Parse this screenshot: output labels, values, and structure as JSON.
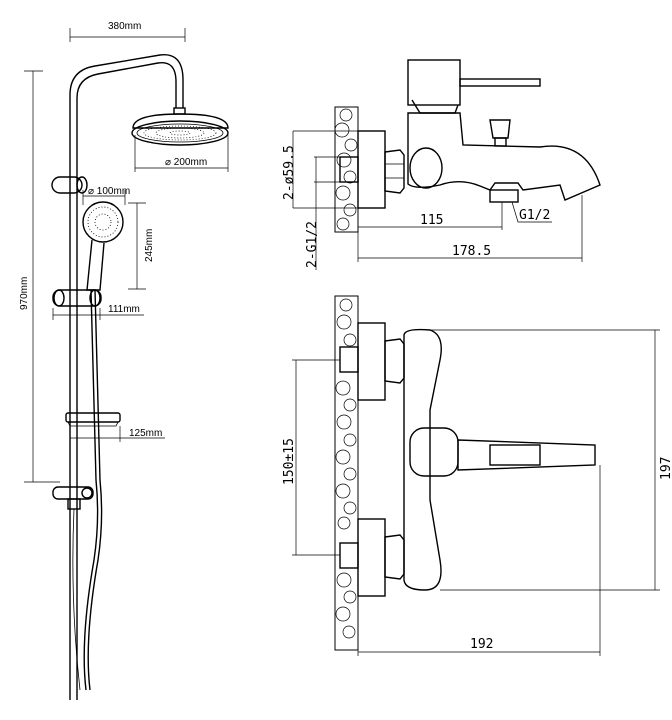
{
  "shower_set": {
    "width_label": "380mm",
    "height_label": "970mm",
    "head_diameter_label": "⌀ 200mm",
    "hand_diameter_label": "⌀ 100mm",
    "hand_length_label": "245mm",
    "slider_offset_label": "111mm",
    "soap_dish_label": "125mm"
  },
  "faucet_side": {
    "flange_label": "2-ø59.5",
    "inlet_label": "2-G1/2",
    "outlet_label": "G1/2",
    "outlet_distance_label": "115",
    "spout_length_label": "178.5"
  },
  "faucet_top": {
    "centers_label": "150±15",
    "height_label": "197",
    "depth_label": "192"
  }
}
